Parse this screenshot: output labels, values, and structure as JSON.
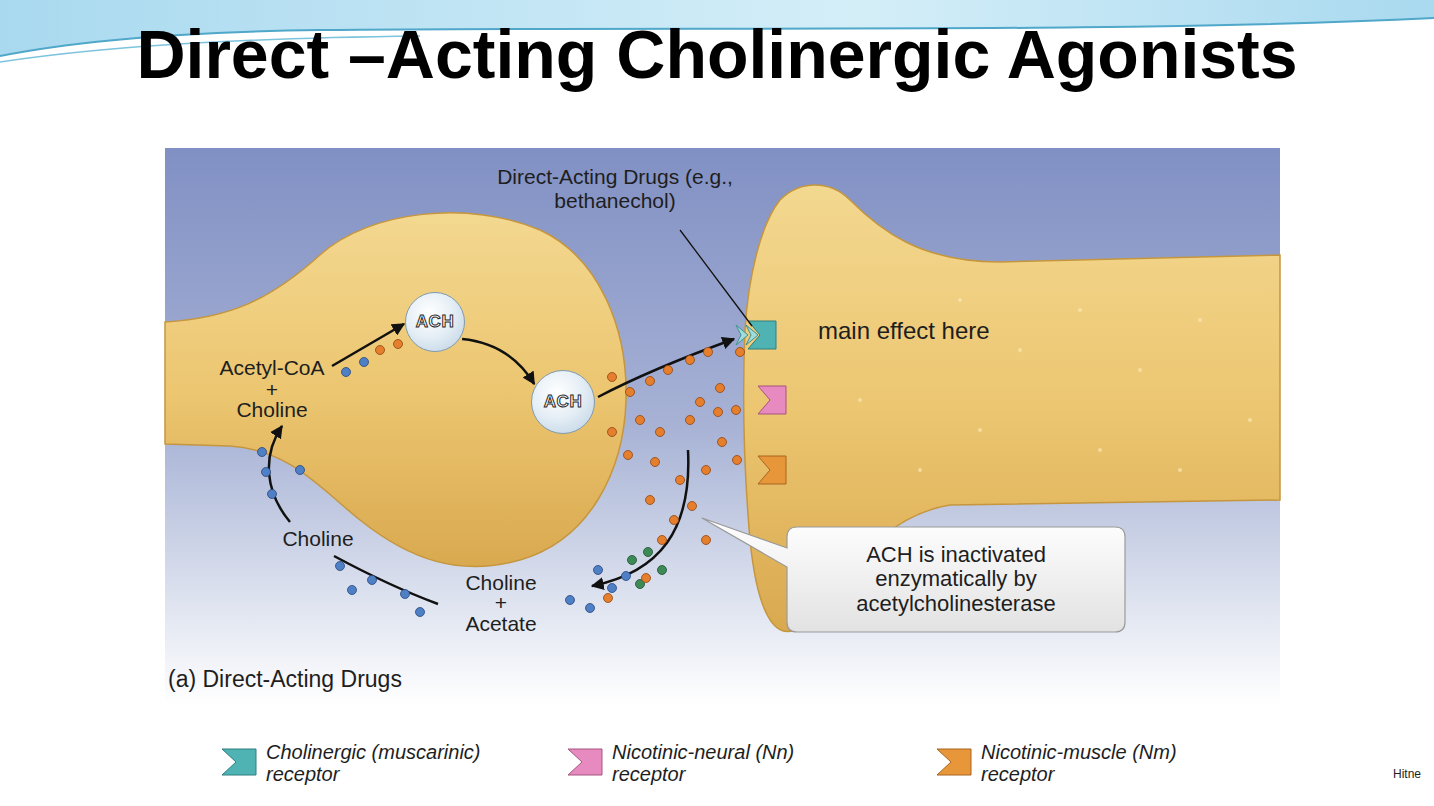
{
  "diagram": {
    "title": "Direct –Acting Cholinergic Agonists",
    "caption": "(a) Direct-Acting Drugs",
    "nodes": [
      {
        "text": [
          "ACH"
        ]
      },
      {
        "text": [
          "ACH"
        ]
      },
      {
        "text": [
          "ACH is inactivated enzymatically by acetylcholinesterase"
        ]
      }
    ],
    "edges": [
      {
        "from": 0,
        "to": 1,
        "arrow": "to"
      }
    ],
    "labels": [
      "Direct-Acting Drugs (e.g., bethanechol)",
      "main effect here",
      "Acetyl-CoA",
      "+",
      "Choline",
      "Choline",
      "Choline",
      "+",
      "Acetate",
      "Hitne"
    ],
    "legend": [
      {
        "text": "Cholinergic (muscarinic) receptor"
      },
      {
        "text": "Nicotinic-neural (Nn) receptor"
      },
      {
        "text": "Nicotinic-muscle (Nm) receptor"
      }
    ]
  }
}
